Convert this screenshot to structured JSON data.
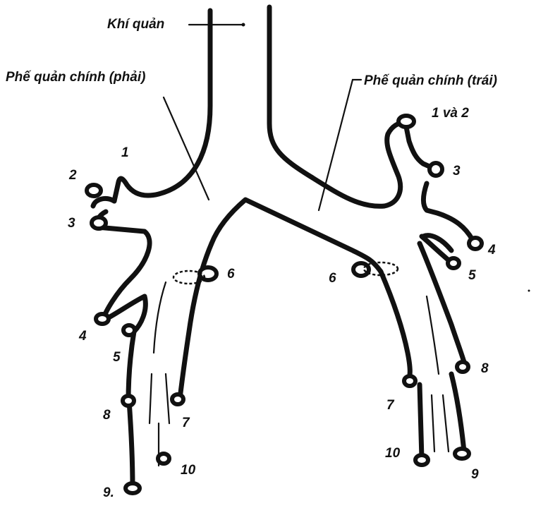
{
  "labels": {
    "trachea": "Khí quản",
    "right_main_bronchus": "Phế quản chính (phải)",
    "left_main_bronchus": "Phế quản chính (trái)"
  },
  "right_segments": {
    "s1": "1",
    "s2": "2",
    "s3": "3",
    "s4": "4",
    "s5": "5",
    "s6": "6",
    "s7": "7",
    "s8": "8",
    "s9": "9.",
    "s10": "10"
  },
  "left_segments": {
    "s1_2": "1 và 2",
    "s3": "3",
    "s4": "4",
    "s5": "5",
    "s6": "6",
    "s7": "7",
    "s8": "8",
    "s9": "9",
    "s10": "10"
  },
  "colors": {
    "ink": "#111111",
    "background": "#ffffff"
  }
}
